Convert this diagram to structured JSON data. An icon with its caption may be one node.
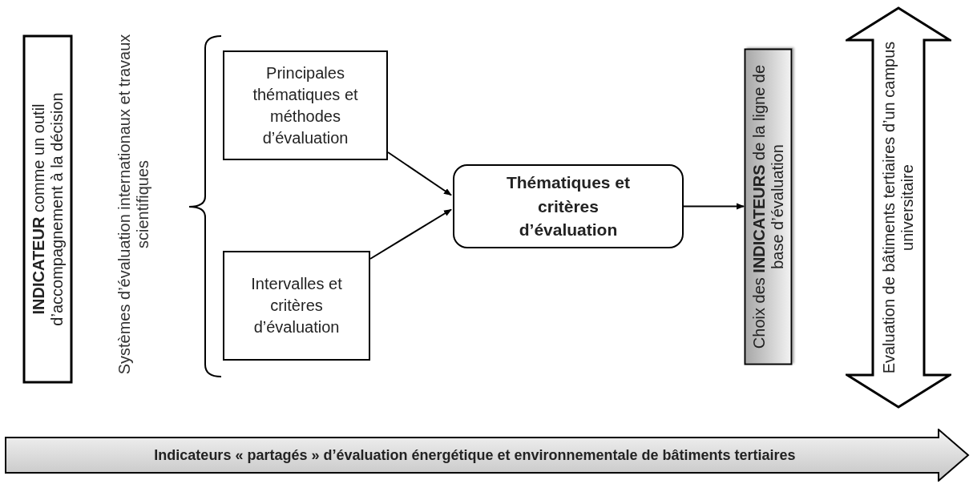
{
  "diagram": {
    "nodes": [
      {
        "text": [
          "**INDICATEUR** comme un outil d’accompagnement à la décision"
        ]
      },
      {
        "text": [
          "Principales thématiques et méthodes d’évaluation"
        ]
      },
      {
        "text": [
          "Intervalles et critères d’évaluation"
        ]
      },
      {
        "text": [
          "Thématiques et critères d’évaluation"
        ]
      },
      {
        "text": [
          "Choix des **INDICATEURS** de la ligne de base d’évaluation"
        ]
      },
      {
        "text": [
          "Evaluation de bâtiments tertiaires d’un campus universitaire"
        ]
      },
      {
        "text": [
          "Indicateurs « partagés » d’évaluation énergétique et environnementale de bâtiments tertiaires"
        ]
      }
    ],
    "edges": [
      {
        "from": 1,
        "to": 3,
        "arrow": "to"
      },
      {
        "from": 2,
        "to": 3,
        "arrow": "to"
      },
      {
        "from": 3,
        "to": 4,
        "arrow": "to"
      }
    ],
    "labels": [
      "Systèmes d’évaluation internationaux et travaux scientifiques"
    ]
  }
}
